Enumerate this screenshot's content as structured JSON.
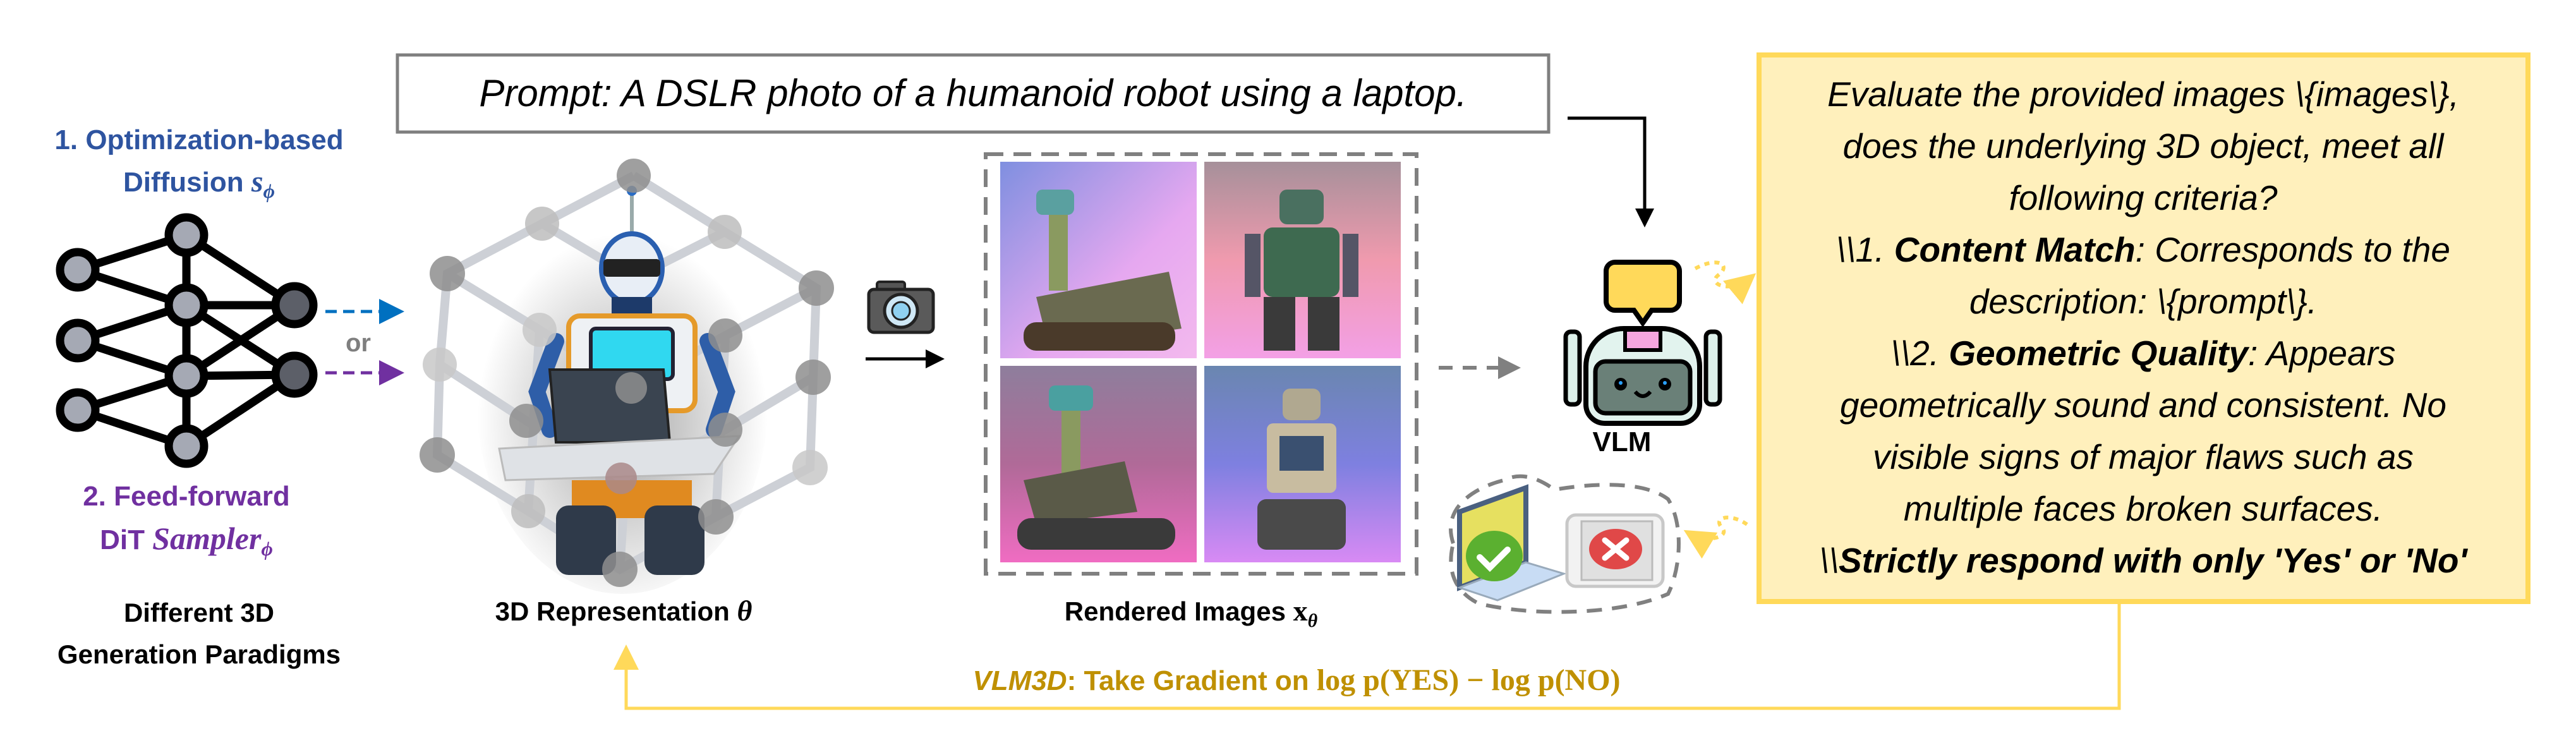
{
  "paradigms": {
    "opt_line1": "1. Optimization-based",
    "opt_line2": "Diffusion ",
    "opt_symbol": "s",
    "opt_sub": "ϕ",
    "or": "or",
    "ff_line1": "2. Feed-forward",
    "ff_line2": "DiT ",
    "ff_symbol": "Sampler",
    "ff_sub": "ϕ",
    "caption_line1": "Different 3D",
    "caption_line2": "Generation Paradigms"
  },
  "prompt": {
    "text": "Prompt: A DSLR photo of a humanoid robot using a laptop."
  },
  "representation": {
    "label": "3D Representation ",
    "symbol": "θ"
  },
  "rendered": {
    "label": "Rendered Images ",
    "symbol": "x",
    "sub": "θ"
  },
  "vlm": {
    "label": "VLM"
  },
  "query": {
    "line1": "Evaluate the provided images \\{images\\},",
    "line2": "does the underlying 3D object, meet all",
    "line3": "following criteria?",
    "c1_prefix": "\\\\1. ",
    "c1_bold": "Content Match",
    "c1_rest": ": Corresponds to the",
    "c1_line2": "description: \\{prompt\\}.",
    "c2_prefix": "\\\\2. ",
    "c2_bold": "Geometric Quality",
    "c2_rest": ": Appears",
    "c2_line2": "geometrically sound and consistent. No",
    "c2_line3": "visible signs of major flaws such as",
    "c2_line4": "multiple faces broken surfaces.",
    "final_prefix": "\\\\",
    "final_bold": "Strictly respond with only 'Yes' or 'No'"
  },
  "feedback": {
    "method": "VLM3D",
    "text": ": Take Gradient on ",
    "formula": "log p(YES) − log p(NO)"
  },
  "colors": {
    "blue": "#2E54A0",
    "purple": "#7030A0",
    "gold_text": "#BF9000",
    "yellow_line": "#FFD95A",
    "box_fill": "#FFF0BC"
  }
}
